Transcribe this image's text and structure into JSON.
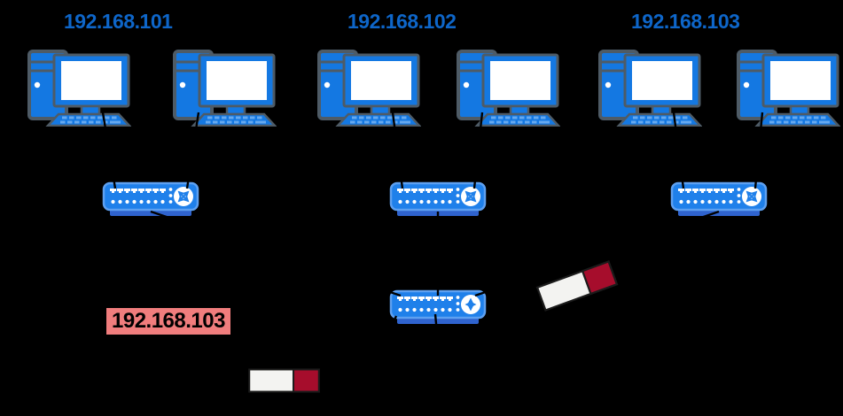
{
  "diagram": {
    "background": "#000000",
    "subnet_labels": [
      {
        "text": "192.168.101",
        "color": "#0E66C9"
      },
      {
        "text": "192.168.102",
        "color": "#0E66C9"
      },
      {
        "text": "192.168.103",
        "color": "#0E66C9"
      }
    ],
    "highlighted_label": {
      "text": "192.168.103",
      "text_color": "#000000",
      "bg_color": "#F07D7D"
    },
    "icons": {
      "pc": "desktop-computer-icon",
      "switch": "network-switch-crossed-arrows-icon",
      "core_switch": "network-switch-updown-arrows-icon",
      "eraser": "eraser-icon"
    },
    "colors": {
      "device_blue": "#1478E2",
      "switch_blue": "#1F80EA",
      "switch_border": "#5EA0F0",
      "switch_base": "#2F63CE",
      "outline_slate": "#4E5B66",
      "eraser_red": "#A60D2C",
      "eraser_white": "#F3F3F1",
      "connector_black": "#000000"
    },
    "counts": {
      "pcs": 6,
      "subnet_switches": 3,
      "core_switches": 1,
      "erasers": 2
    }
  }
}
